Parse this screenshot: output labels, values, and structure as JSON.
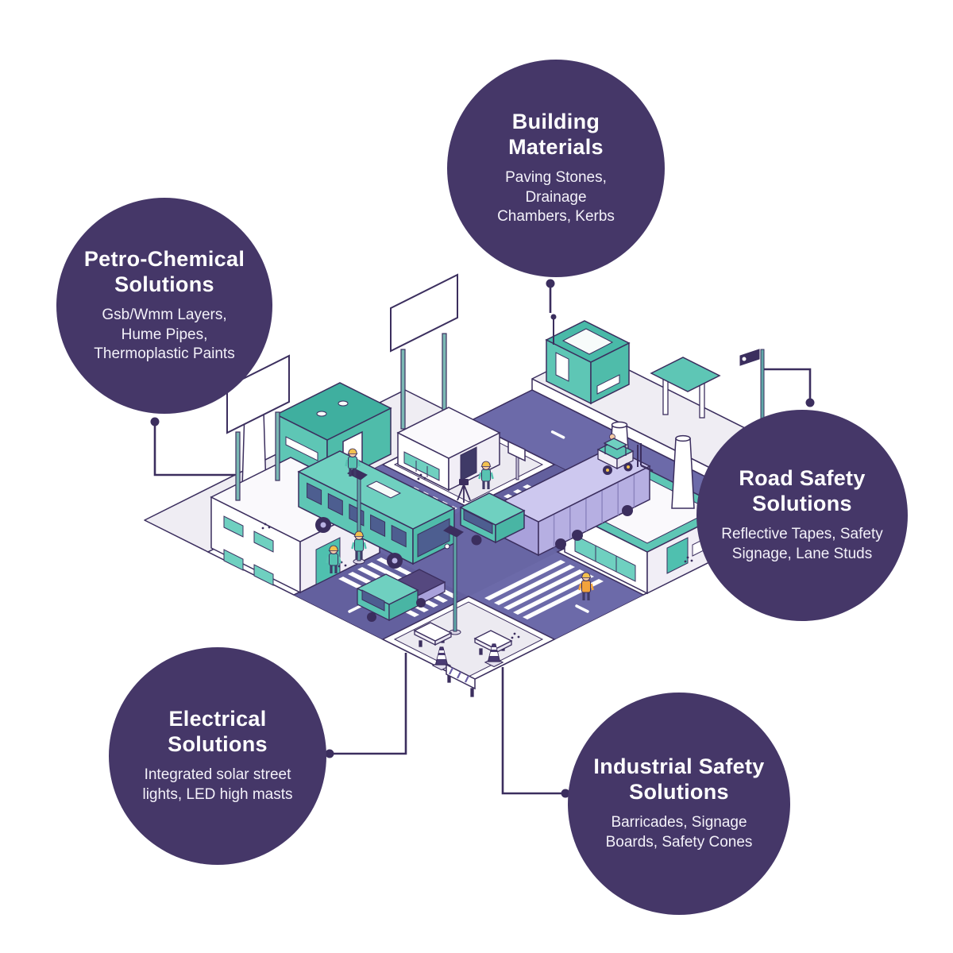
{
  "bubbles": {
    "building_materials": {
      "title": "Building\nMaterials",
      "subtitle": "Paving Stones,\nDrainage\nChambers, Kerbs"
    },
    "petro_chemical": {
      "title": "Petro-Chemical\nSolutions",
      "subtitle": "Gsb/Wmm Layers,\nHume Pipes,\nThermoplastic Paints"
    },
    "road_safety": {
      "title": "Road Safety\nSolutions",
      "subtitle": "Reflective Tapes, Safety\nSignage, Lane Studs"
    },
    "electrical": {
      "title": "Electrical\nSolutions",
      "subtitle": "Integrated solar street\nlights, LED high masts"
    },
    "industrial_safety": {
      "title": "Industrial Safety\nSolutions",
      "subtitle": "Barricades, Signage\nBoards, Safety Cones"
    }
  },
  "colors": {
    "bubble": "#453768",
    "outline": "#3B2E5E",
    "road": "#6C6AA9",
    "ground": "#EFEDF3",
    "teal": "#5EC6B5",
    "lavender": "#B6AFE2",
    "accent_yellow": "#F2C14E",
    "text": "#FFFFFF"
  }
}
